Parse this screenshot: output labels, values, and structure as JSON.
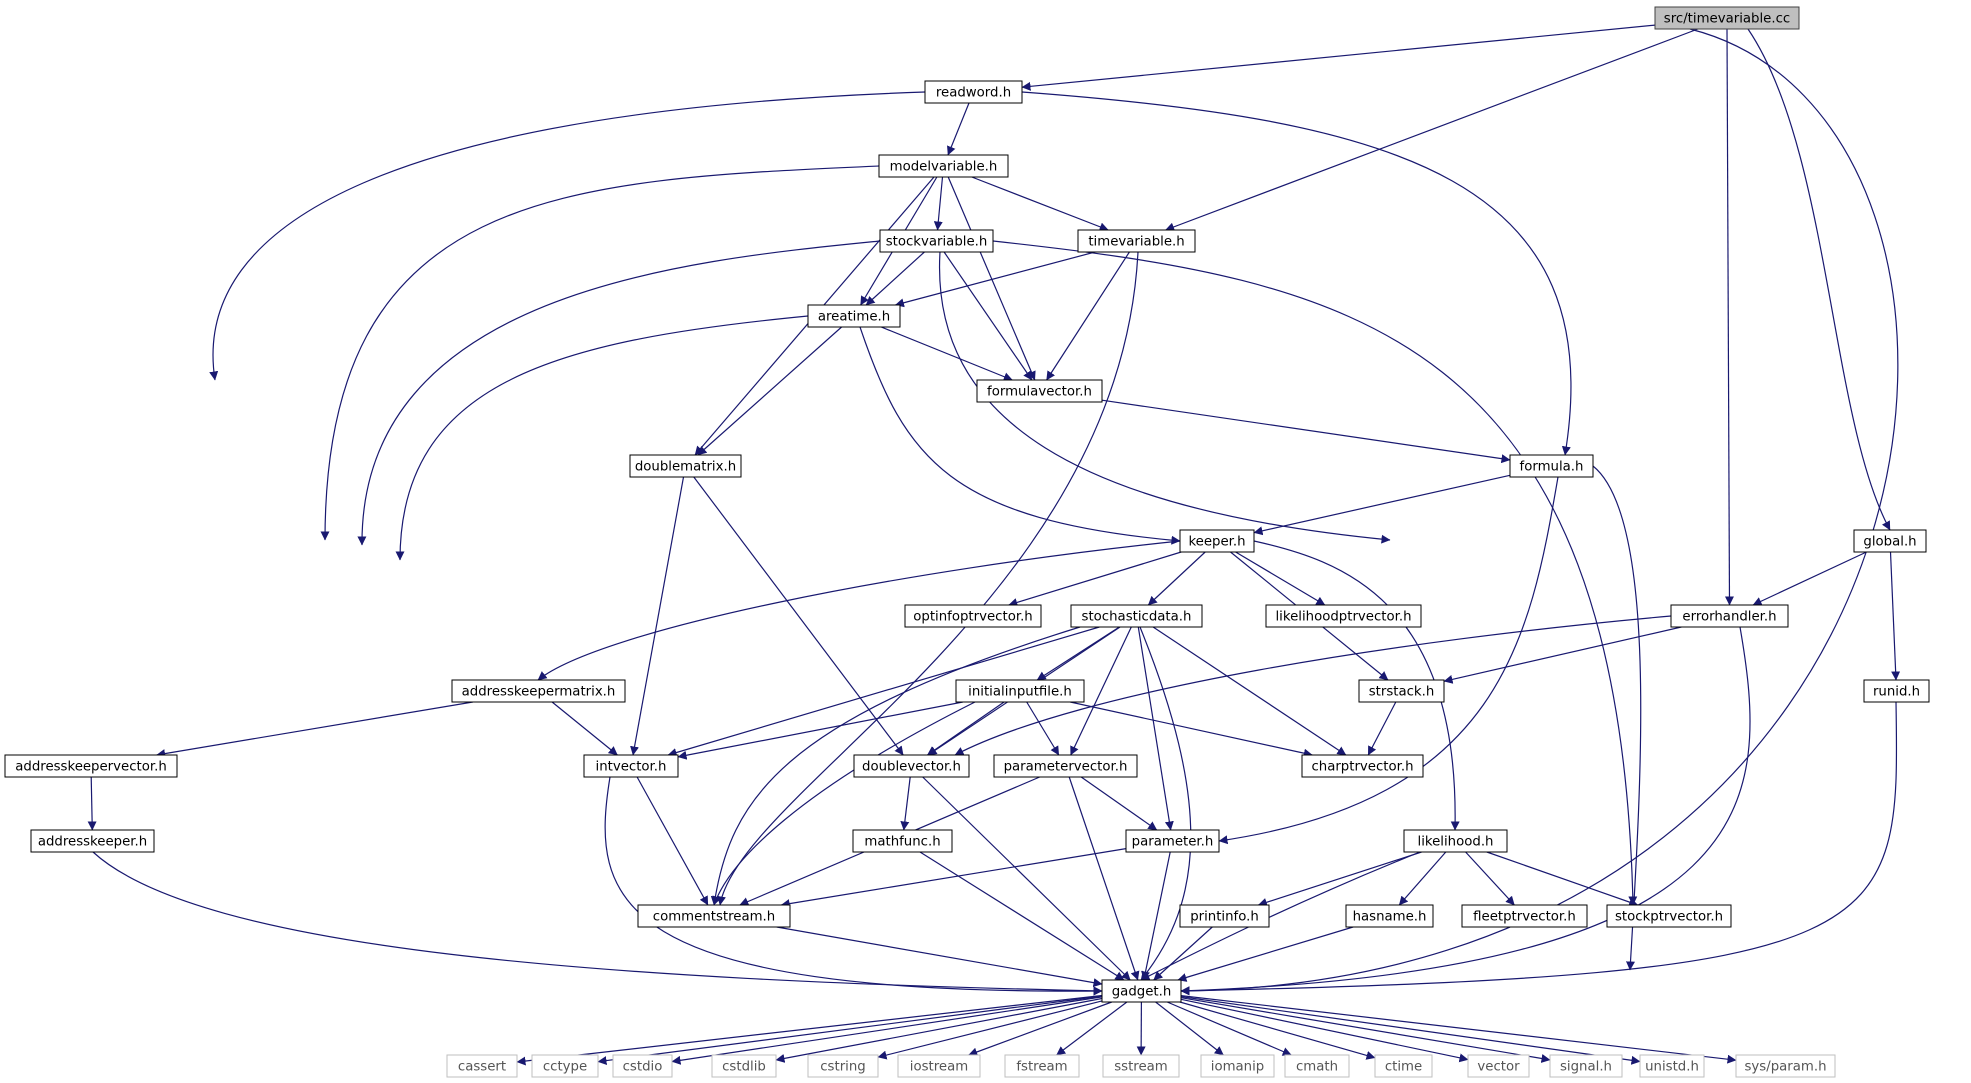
{
  "nodes": [
    {
      "id": "timevariable_cc",
      "label": "src/timevariable.cc",
      "style": "root"
    },
    {
      "id": "readword",
      "label": "readword.h"
    },
    {
      "id": "modelvariable",
      "label": "modelvariable.h"
    },
    {
      "id": "stockvariable",
      "label": "stockvariable.h"
    },
    {
      "id": "timevariable_h",
      "label": "timevariable.h"
    },
    {
      "id": "areatime",
      "label": "areatime.h"
    },
    {
      "id": "formulavector",
      "label": "formulavector.h"
    },
    {
      "id": "doublematrix",
      "label": "doublematrix.h"
    },
    {
      "id": "formula",
      "label": "formula.h"
    },
    {
      "id": "keeper",
      "label": "keeper.h"
    },
    {
      "id": "global",
      "label": "global.h"
    },
    {
      "id": "optinfoptrvector",
      "label": "optinfoptrvector.h"
    },
    {
      "id": "stochasticdata",
      "label": "stochasticdata.h"
    },
    {
      "id": "likelihoodptrvector",
      "label": "likelihoodptrvector.h"
    },
    {
      "id": "errorhandler",
      "label": "errorhandler.h"
    },
    {
      "id": "addresskeepermatrix",
      "label": "addresskeepermatrix.h"
    },
    {
      "id": "initialinputfile",
      "label": "initialinputfile.h"
    },
    {
      "id": "strstack",
      "label": "strstack.h"
    },
    {
      "id": "runid",
      "label": "runid.h"
    },
    {
      "id": "addresskeepervector",
      "label": "addresskeepervector.h"
    },
    {
      "id": "intvector",
      "label": "intvector.h"
    },
    {
      "id": "doublevector",
      "label": "doublevector.h"
    },
    {
      "id": "parametervector",
      "label": "parametervector.h"
    },
    {
      "id": "charptrvector",
      "label": "charptrvector.h"
    },
    {
      "id": "addresskeeper",
      "label": "addresskeeper.h"
    },
    {
      "id": "mathfunc",
      "label": "mathfunc.h"
    },
    {
      "id": "parameter",
      "label": "parameter.h"
    },
    {
      "id": "likelihood",
      "label": "likelihood.h"
    },
    {
      "id": "commentstream",
      "label": "commentstream.h"
    },
    {
      "id": "printinfo",
      "label": "printinfo.h"
    },
    {
      "id": "hasname",
      "label": "hasname.h"
    },
    {
      "id": "fleetptrvector",
      "label": "fleetptrvector.h"
    },
    {
      "id": "stockptrvector",
      "label": "stockptrvector.h"
    },
    {
      "id": "gadget",
      "label": "gadget.h"
    },
    {
      "id": "cassert",
      "label": "cassert",
      "style": "system"
    },
    {
      "id": "cctype",
      "label": "cctype",
      "style": "system"
    },
    {
      "id": "cstdio",
      "label": "cstdio",
      "style": "system"
    },
    {
      "id": "cstdlib",
      "label": "cstdlib",
      "style": "system"
    },
    {
      "id": "cstring",
      "label": "cstring",
      "style": "system"
    },
    {
      "id": "iostream",
      "label": "iostream",
      "style": "system"
    },
    {
      "id": "fstream",
      "label": "fstream",
      "style": "system"
    },
    {
      "id": "sstream",
      "label": "sstream",
      "style": "system"
    },
    {
      "id": "iomanip",
      "label": "iomanip",
      "style": "system"
    },
    {
      "id": "cmath",
      "label": "cmath",
      "style": "system"
    },
    {
      "id": "ctime",
      "label": "ctime",
      "style": "system"
    },
    {
      "id": "vector",
      "label": "vector",
      "style": "system"
    },
    {
      "id": "signal",
      "label": "signal.h",
      "style": "system"
    },
    {
      "id": "unistd",
      "label": "unistd.h",
      "style": "system"
    },
    {
      "id": "sysparam",
      "label": "sys/param.h",
      "style": "system"
    }
  ],
  "edges": [
    [
      "timevariable_cc",
      "readword"
    ],
    [
      "timevariable_cc",
      "timevariable_h"
    ],
    [
      "timevariable_cc",
      "errorhandler"
    ],
    [
      "timevariable_cc",
      "global"
    ],
    [
      "timevariable_cc",
      "gadget"
    ],
    [
      "readword",
      "modelvariable"
    ],
    [
      "readword",
      "formula"
    ],
    [
      "readword",
      "commentstream"
    ],
    [
      "modelvariable",
      "stockvariable"
    ],
    [
      "modelvariable",
      "timevariable_h"
    ],
    [
      "modelvariable",
      "areatime"
    ],
    [
      "modelvariable",
      "formulavector"
    ],
    [
      "modelvariable",
      "doublematrix"
    ],
    [
      "modelvariable",
      "commentstream"
    ],
    [
      "stockvariable",
      "areatime"
    ],
    [
      "stockvariable",
      "formulavector"
    ],
    [
      "stockvariable",
      "commentstream"
    ],
    [
      "stockvariable",
      "stockptrvector"
    ],
    [
      "stockvariable",
      "charptrvector"
    ],
    [
      "timevariable_h",
      "areatime"
    ],
    [
      "timevariable_h",
      "formulavector"
    ],
    [
      "timevariable_h",
      "commentstream"
    ],
    [
      "areatime",
      "formulavector"
    ],
    [
      "areatime",
      "doublematrix"
    ],
    [
      "areatime",
      "keeper"
    ],
    [
      "areatime",
      "commentstream"
    ],
    [
      "formulavector",
      "formula"
    ],
    [
      "doublematrix",
      "intvector"
    ],
    [
      "doublematrix",
      "doublevector"
    ],
    [
      "formula",
      "keeper"
    ],
    [
      "formula",
      "parameter"
    ],
    [
      "formula",
      "gadget"
    ],
    [
      "keeper",
      "optinfoptrvector"
    ],
    [
      "keeper",
      "stochasticdata"
    ],
    [
      "keeper",
      "likelihoodptrvector"
    ],
    [
      "keeper",
      "addresskeepermatrix"
    ],
    [
      "keeper",
      "strstack"
    ],
    [
      "keeper",
      "likelihood"
    ],
    [
      "global",
      "errorhandler"
    ],
    [
      "global",
      "runid"
    ],
    [
      "stochasticdata",
      "initialinputfile"
    ],
    [
      "stochasticdata",
      "intvector"
    ],
    [
      "stochasticdata",
      "doublevector"
    ],
    [
      "stochasticdata",
      "parametervector"
    ],
    [
      "stochasticdata",
      "charptrvector"
    ],
    [
      "stochasticdata",
      "parameter"
    ],
    [
      "stochasticdata",
      "commentstream"
    ],
    [
      "stochasticdata",
      "gadget"
    ],
    [
      "errorhandler",
      "strstack"
    ],
    [
      "errorhandler",
      "doublevector"
    ],
    [
      "errorhandler",
      "gadget"
    ],
    [
      "addresskeepermatrix",
      "addresskeepervector"
    ],
    [
      "addresskeepermatrix",
      "intvector"
    ],
    [
      "initialinputfile",
      "intvector"
    ],
    [
      "initialinputfile",
      "doublevector"
    ],
    [
      "initialinputfile",
      "parametervector"
    ],
    [
      "initialinputfile",
      "charptrvector"
    ],
    [
      "initialinputfile",
      "commentstream"
    ],
    [
      "strstack",
      "charptrvector"
    ],
    [
      "runid",
      "gadget"
    ],
    [
      "addresskeepervector",
      "addresskeeper"
    ],
    [
      "intvector",
      "commentstream"
    ],
    [
      "intvector",
      "gadget"
    ],
    [
      "doublevector",
      "mathfunc"
    ],
    [
      "doublevector",
      "gadget"
    ],
    [
      "parametervector",
      "parameter"
    ],
    [
      "parametervector",
      "commentstream"
    ],
    [
      "parametervector",
      "gadget"
    ],
    [
      "addresskeeper",
      "gadget"
    ],
    [
      "mathfunc",
      "gadget"
    ],
    [
      "parameter",
      "commentstream"
    ],
    [
      "parameter",
      "gadget"
    ],
    [
      "likelihood",
      "printinfo"
    ],
    [
      "likelihood",
      "hasname"
    ],
    [
      "likelihood",
      "fleetptrvector"
    ],
    [
      "likelihood",
      "stockptrvector"
    ],
    [
      "likelihood",
      "gadget"
    ],
    [
      "commentstream",
      "gadget"
    ],
    [
      "printinfo",
      "gadget"
    ],
    [
      "hasname",
      "gadget"
    ],
    [
      "gadget",
      "cassert"
    ],
    [
      "gadget",
      "cctype"
    ],
    [
      "gadget",
      "cstdio"
    ],
    [
      "gadget",
      "cstdlib"
    ],
    [
      "gadget",
      "cstring"
    ],
    [
      "gadget",
      "iostream"
    ],
    [
      "gadget",
      "fstream"
    ],
    [
      "gadget",
      "sstream"
    ],
    [
      "gadget",
      "iomanip"
    ],
    [
      "gadget",
      "cmath"
    ],
    [
      "gadget",
      "ctime"
    ],
    [
      "gadget",
      "vector"
    ],
    [
      "gadget",
      "signal"
    ],
    [
      "gadget",
      "unistd"
    ],
    [
      "gadget",
      "sysparam"
    ]
  ],
  "colors": {
    "edge": "#191970",
    "node_border": "#000000",
    "node_fill": "#ffffff",
    "root_fill": "#bfbfbf",
    "root_border": "#404040",
    "system_border": "#bfbfbf",
    "system_text": "#555555"
  }
}
